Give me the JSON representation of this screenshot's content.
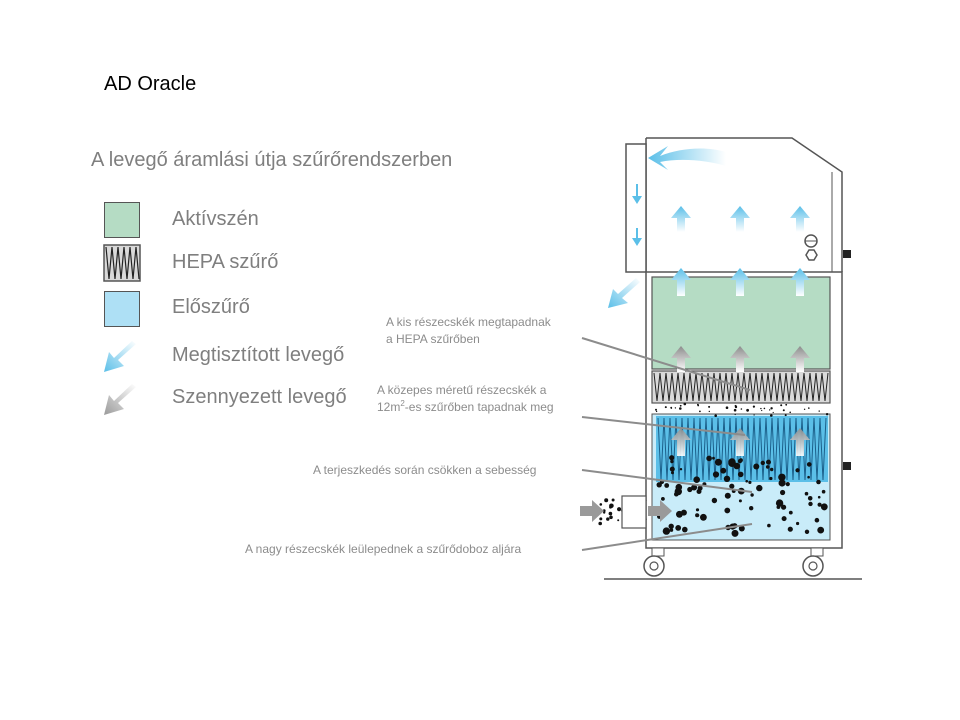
{
  "brand": "AD Oracle",
  "title": "A levegő áramlási útja szűrőrendszerben",
  "legend": [
    {
      "label": "Aktívszén",
      "swatch": "activated-carbon",
      "color": "#b5dcc4"
    },
    {
      "label": "HEPA szűrő",
      "swatch": "hepa",
      "color": "#d9d9d9"
    },
    {
      "label": "Előszűrő",
      "swatch": "prefilter",
      "color": "#aee0f5"
    },
    {
      "label": "Megtisztított levegő",
      "swatch": "clean-air-arrow",
      "color": "#5bbfe8"
    },
    {
      "label": "Szennyezett levegő",
      "swatch": "polluted-air-arrow",
      "color": "#a8a8a8"
    }
  ],
  "callouts": {
    "small_line1": "A kis részecskék megtapadnak",
    "small_line2": "a HEPA szűrőben",
    "medium_line1": "A közepes méretű részecskék a",
    "medium_line2_a": "12m",
    "medium_line2_sup": "2",
    "medium_line2_b": "-es szűrőben tapadnak meg",
    "expansion": "A terjeszkedés során csökken a sebesség",
    "large": "A nagy részecskék leülepednek a szűrődoboz aljára"
  },
  "colors": {
    "carbon": "#b5dcc4",
    "prefilter": "#aee0f5",
    "clean_air": "#5bbfe8",
    "polluted_air": "#a8a8a8",
    "label_gray": "#7f7f7f",
    "outline": "#555555"
  }
}
